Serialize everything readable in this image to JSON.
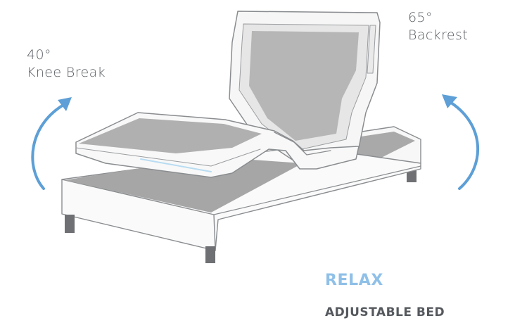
{
  "knee_break": {
    "angle": "40°",
    "label": "Knee Break"
  },
  "backrest": {
    "angle": "65°",
    "label": "Backrest"
  },
  "mode": {
    "label": "RELAX"
  },
  "product": {
    "label": "ADJUSTABLE BED"
  },
  "colors": {
    "arrow": "#5d9fd6",
    "mode_text": "#8fc0e8",
    "outline": "#8a8d90",
    "mattress_top": "#b5b5b5",
    "legs": "#6e7073"
  },
  "icons": {
    "arrows": "curved-arrow-icon"
  }
}
